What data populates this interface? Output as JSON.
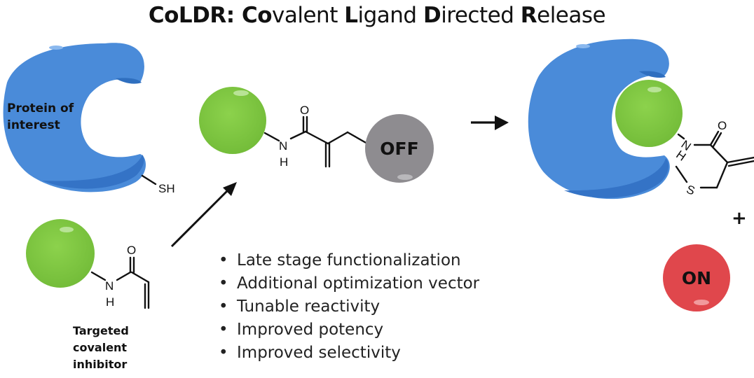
{
  "title": {
    "parts": [
      {
        "text": "CoLDR: ",
        "bold": true
      },
      {
        "text": "Co",
        "bold": true
      },
      {
        "text": "valent ",
        "bold": false
      },
      {
        "text": "L",
        "bold": true
      },
      {
        "text": "igand ",
        "bold": false
      },
      {
        "text": "D",
        "bold": true
      },
      {
        "text": "irected ",
        "bold": false
      },
      {
        "text": "R",
        "bold": true
      },
      {
        "text": "elease",
        "bold": false
      }
    ]
  },
  "protein": {
    "label_line1": "Protein of",
    "label_line2": "interest",
    "thiol_label": "SH",
    "color": "#4a8bd9"
  },
  "inhibitor": {
    "label_line1": "Targeted",
    "label_line2": "covalent",
    "label_line3": "inhibitor",
    "atoms": {
      "O": "O",
      "N": "N",
      "H": "H"
    }
  },
  "coldr_probe": {
    "atoms": {
      "O": "O",
      "N": "N",
      "H": "H"
    },
    "off_label": "OFF",
    "off_color": "#8e8c90"
  },
  "product": {
    "atoms": {
      "O": "O",
      "N": "N",
      "H": "H",
      "S": "S"
    },
    "plus": "+",
    "on_label": "ON",
    "on_color": "#e0474c"
  },
  "ligand_color": "#7ec640",
  "bullets": [
    "Late stage functionalization",
    "Additional optimization vector",
    "Tunable reactivity",
    "Improved potency",
    "Improved selectivity"
  ],
  "bullet_glyph": "•"
}
